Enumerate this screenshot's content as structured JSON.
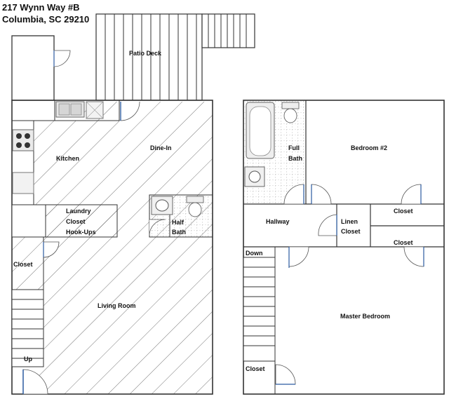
{
  "address": {
    "line1": "217 Wynn Way #B",
    "line2": "Columbia, SC 29210"
  },
  "rooms": {
    "patio_deck": "Patio Deck",
    "kitchen": "Kitchen",
    "dine_in": "Dine-In",
    "laundry_1": "Laundry",
    "laundry_2": "Closet",
    "laundry_3": "Hook-Ups",
    "half_bath_1": "Half",
    "half_bath_2": "Bath",
    "closet_first_floor": "Closet",
    "living_room": "Living Room",
    "up": "Up",
    "full_bath_1": "Full",
    "full_bath_2": "Bath",
    "bedroom_2": "Bedroom #2",
    "hallway": "Hallway",
    "linen_1": "Linen",
    "linen_2": "Closet",
    "closet_bed2": "Closet",
    "closet_master": "Closet",
    "down": "Down",
    "master_bedroom": "Master Bedroom",
    "closet_bottom": "Closet"
  }
}
